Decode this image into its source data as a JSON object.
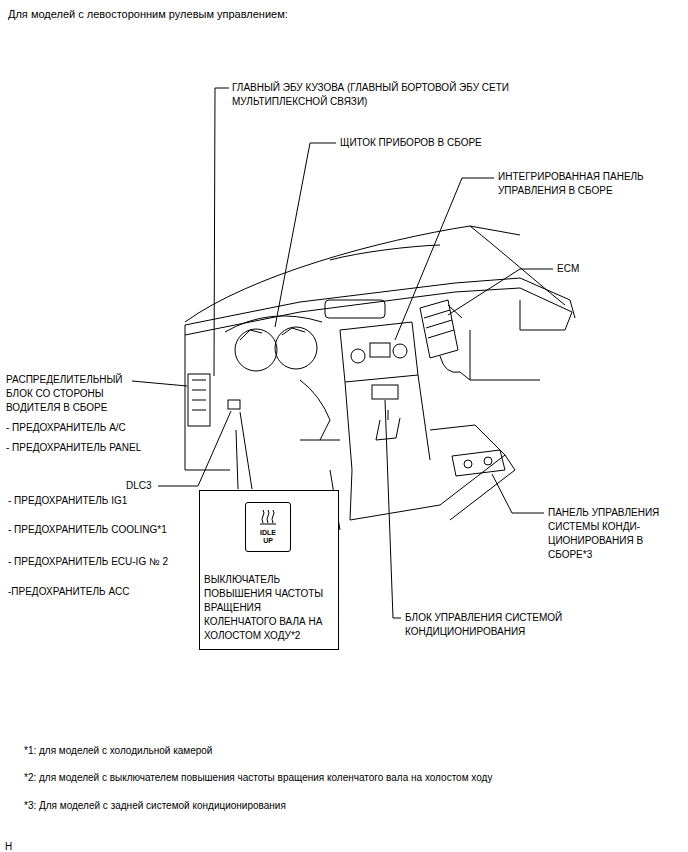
{
  "diagram": {
    "title": "Для моделей с левосторонним рулевым управлением:",
    "nodes": [
      {
        "text": [
          "ВЫКЛЮЧАТЕЛЬ ПОВЫШЕНИЯ ЧАСТОТЫ ВРАЩЕНИЯ КОЛЕНЧАТОГО ВАЛА НА ХОЛОСТОМ ХОДУ*2"
        ]
      },
      {
        "text": [
          "IDLE UP"
        ],
        "in": 0
      }
    ],
    "labels": [
      "ГЛАВНЫЙ ЭБУ КУЗОВА (ГЛАВНЫЙ БОРТОВОЙ ЭБУ СЕТИ МУЛЬТИПЛЕКСНОЙ СВЯЗИ)",
      "ЩИТОК ПРИБОРОВ В СБОРЕ",
      "ИНТЕГРИРОВАННАЯ ПАНЕЛЬ УПРАВЛЕНИЯ В СБОРЕ",
      "ECM",
      "РАСПРЕДЕЛИТЕЛЬНЫЙ БЛОК СО СТОРОНЫ ВОДИТЕЛЯ В СБОРЕ",
      "- ПРЕДОХРАНИТЕЛЬ A/C",
      "- ПРЕДОХРАНИТЕЛЬ PANEL",
      "DLC3",
      "- ПРЕДОХРАНИТЕЛЬ IG1",
      "- ПРЕДОХРАНИТЕЛЬ COOLING*1",
      "- ПРЕДОХРАНИТЕЛЬ ECU-IG № 2",
      "-ПРЕДОХРАНИТЕЛЬ ACC",
      "ПАНЕЛЬ УПРАВЛЕНИЯ СИСТЕМЫ КОНДИ- ЦИОНИРОВАНИЯ В СБОРЕ*3",
      "БЛОК УПРАВЛЕНИЯ СИСТЕМОЙ КОНДИЦИОНИРОВАНИЯ",
      "*1: для моделей с холодильной камерой",
      "*2: для моделей с выключателем повышения частоты вращения коленчатого вала на холостом ходу",
      "*3: Для моделей с задней системой кондиционирования",
      "H"
    ]
  }
}
